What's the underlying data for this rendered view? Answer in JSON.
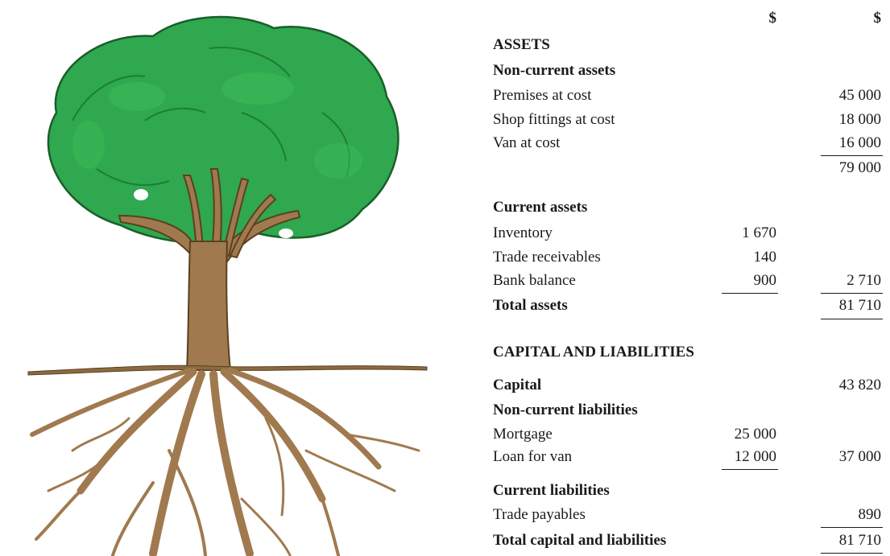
{
  "columns": {
    "col1_header": "$",
    "col2_header": "$"
  },
  "assets": {
    "heading": "ASSETS",
    "non_current": {
      "heading": "Non-current assets",
      "items": [
        {
          "label": "Premises at cost",
          "value": "45 000"
        },
        {
          "label": "Shop fittings at cost",
          "value": "18 000"
        },
        {
          "label": "Van at cost",
          "value": "16 000"
        }
      ],
      "total": "79 000"
    },
    "current": {
      "heading": "Current assets",
      "items": [
        {
          "label": "Inventory",
          "value": "1 670"
        },
        {
          "label": "Trade receivables",
          "value": "140"
        },
        {
          "label": "Bank balance",
          "value": "900"
        }
      ],
      "total": "2 710"
    },
    "total_label": "Total assets",
    "total_value": "81 710"
  },
  "capital_liabilities": {
    "heading": "CAPITAL AND LIABILITIES",
    "capital_label": "Capital",
    "capital_value": "43 820",
    "non_current": {
      "heading": "Non-current liabilities",
      "items": [
        {
          "label": "Mortgage",
          "value": "25 000"
        },
        {
          "label": "Loan for van",
          "value": "12 000"
        }
      ],
      "total": "37 000"
    },
    "current": {
      "heading": "Current liabilities",
      "items": [
        {
          "label": "Trade payables",
          "value": "890"
        }
      ]
    },
    "total_label": "Total capital and liabilities",
    "total_value": "81 710"
  },
  "illustration": {
    "icon": "tree-with-roots-icon"
  },
  "colors": {
    "foliage": "#2fa84f",
    "foliage_dark": "#1e7d35",
    "trunk": "#a07a4e",
    "ground": "#8a6a40"
  }
}
